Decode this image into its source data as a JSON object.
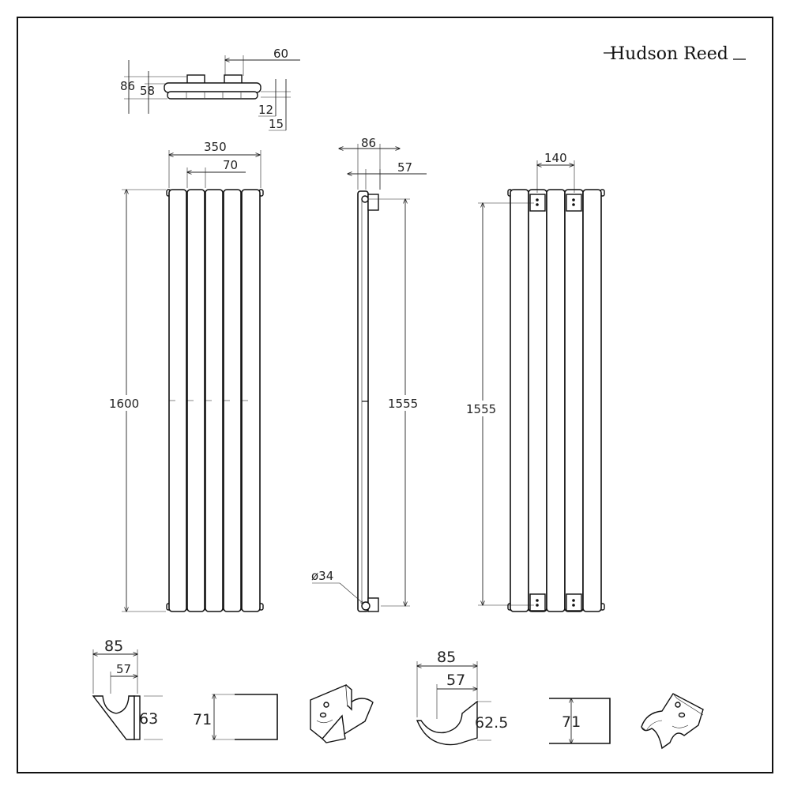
{
  "brand": {
    "logo_text": "Hudson Reed"
  },
  "colors": {
    "line": "#111111",
    "background": "#ffffff"
  },
  "top_view": {
    "depth_total": "86",
    "depth_panel": "58",
    "bracket_spacing": "60",
    "gap_a": "12",
    "gap_b": "15"
  },
  "front_view": {
    "width": "350",
    "panel_pitch": "70",
    "height": "1600"
  },
  "side_view": {
    "depth_total": "86",
    "depth_bracket": "57",
    "height_between": "1555",
    "pipe_diameter": "ø34"
  },
  "rear_view": {
    "bracket_spacing": "140",
    "height_between": "1555"
  },
  "bracket_a": {
    "depth_total": "85",
    "depth_inner": "57",
    "height": "63",
    "plate_height": "71"
  },
  "bracket_b": {
    "depth_total": "85",
    "depth_inner": "57",
    "height": "62.5",
    "plate_height": "71"
  }
}
